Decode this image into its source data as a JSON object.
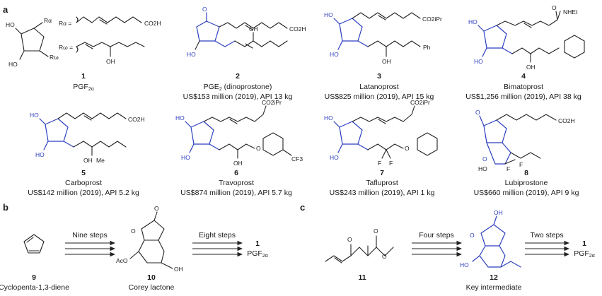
{
  "panels": {
    "a": "a",
    "b": "b",
    "c": "c"
  },
  "colors": {
    "highlight": "#2c3fbf",
    "ink": "#222222"
  },
  "scheme_a": {
    "r_alpha": "Rα =",
    "r_omega": "Rω =",
    "compounds": [
      {
        "num": "1",
        "name": "PGF2α",
        "info": ""
      },
      {
        "num": "2",
        "name": "PGE2 (dinoprostone)",
        "info": "US$153 million (2019), API 13 kg"
      },
      {
        "num": "3",
        "name": "Latanoprost",
        "info": "US$825 million (2019), API 15 kg"
      },
      {
        "num": "4",
        "name": "Bimatoprost",
        "info": "US$1,256 million (2019), API 38 kg"
      },
      {
        "num": "5",
        "name": "Carboprost",
        "info": "US$142 million (2019), API 5.2 kg"
      },
      {
        "num": "6",
        "name": "Travoprost",
        "info": "US$874 million (2019), API 5.7 kg"
      },
      {
        "num": "7",
        "name": "Tafluprost",
        "info": "US$243 million (2019), API 1 kg"
      },
      {
        "num": "8",
        "name": "Lubiprostone",
        "info": "US$660 million (2019), API 9 kg"
      }
    ]
  },
  "atoms": {
    "ho": "HO",
    "oh": "OH",
    "o": "O",
    "co2h": "CO2H",
    "co2ipr": "CO2iPr",
    "ph": "Ph",
    "nhet": "NHEt",
    "me": "Me",
    "cf3": "CF3",
    "f": "F",
    "aco": "AcO"
  },
  "scheme_b": {
    "step1": "Nine steps",
    "step2": "Eight steps",
    "c9_num": "9",
    "c9_name": "Cyclopenta-1,3-diene",
    "c10_num": "10",
    "c10_name": "Corey lactone",
    "product_num": "1",
    "product_name": "PGF2α"
  },
  "scheme_c": {
    "step1": "Four steps",
    "step2": "Two steps",
    "c11_num": "11",
    "c12_num": "12",
    "c12_name": "Key intermediate",
    "product_num": "1",
    "product_name": "PGF2α"
  }
}
